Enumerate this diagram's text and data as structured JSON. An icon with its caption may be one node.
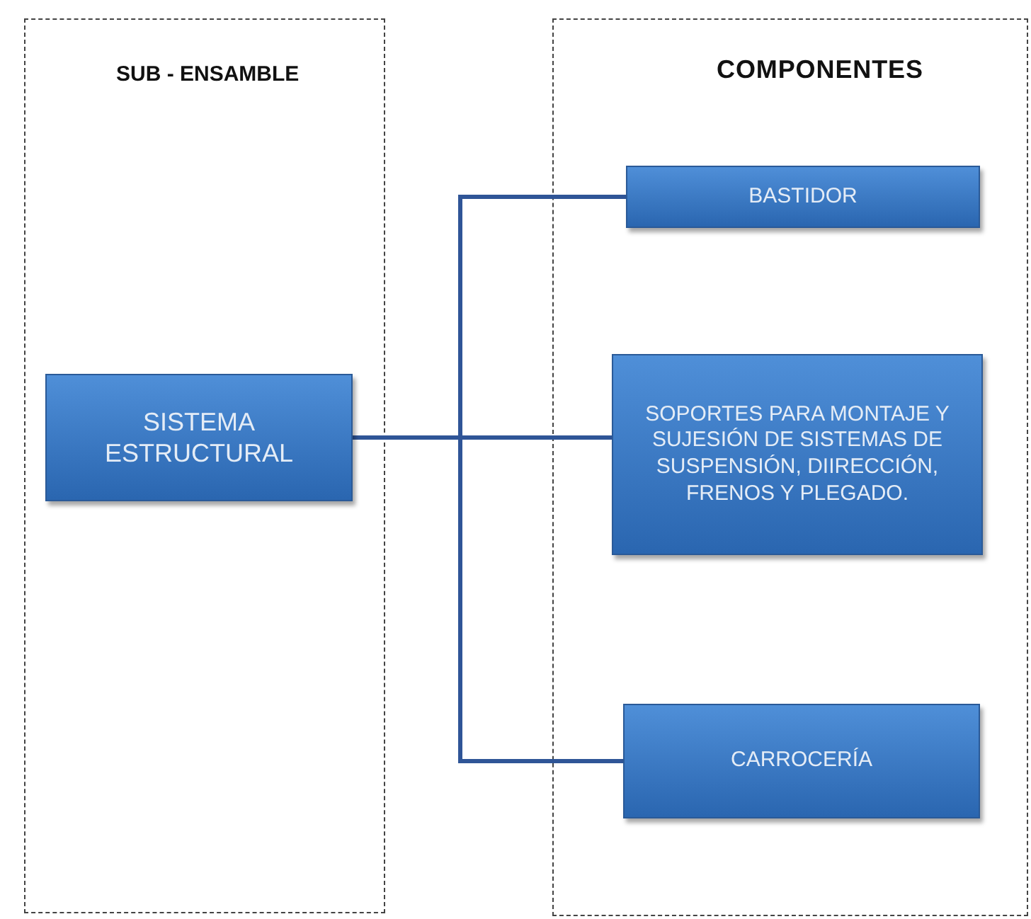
{
  "diagram": {
    "nodes": [
      {
        "text": [
          "SUB - ENSAMBLE"
        ]
      },
      {
        "text": [
          "COMPONENTES"
        ]
      },
      {
        "text": [
          "SISTEMA ESTRUCTURAL"
        ],
        "in": 0
      },
      {
        "text": [
          "BASTIDOR"
        ],
        "in": 1
      },
      {
        "text": [
          "SOPORTES PARA MONTAJE Y SUJESIÓN DE SISTEMAS DE SUSPENSIÓN, DIIRECCIÓN, FRENOS Y PLEGADO."
        ],
        "in": 1
      },
      {
        "text": [
          "CARROCERÍA"
        ],
        "in": 1
      }
    ],
    "edges": [
      {
        "from": 2,
        "to": 3,
        "arrow": "none"
      },
      {
        "from": 2,
        "to": 4,
        "arrow": "none"
      },
      {
        "from": 2,
        "to": 5,
        "arrow": "none"
      }
    ]
  }
}
